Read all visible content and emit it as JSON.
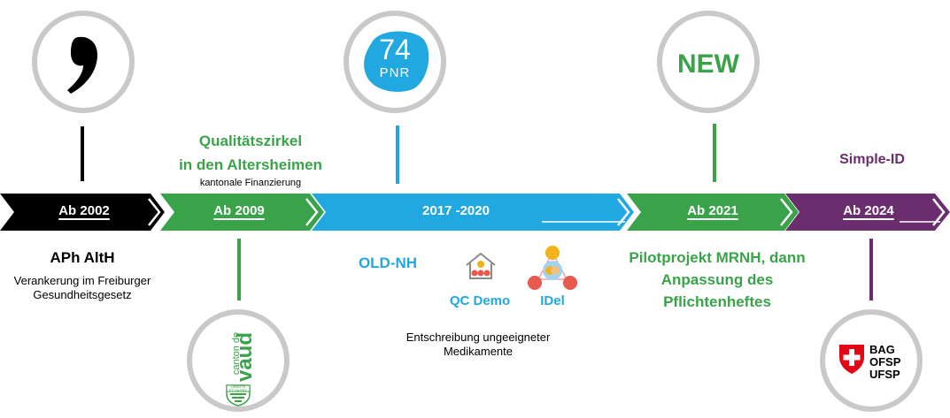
{
  "timeline": [
    {
      "label": "Ab 2002",
      "color": "#000000"
    },
    {
      "label": "Ab 2009",
      "color": "#3aa34a"
    },
    {
      "label": "2017 -2020",
      "color": "#21a8e1"
    },
    {
      "label": "Ab 2021",
      "color": "#3aa34a"
    },
    {
      "label": "Ab 2024",
      "color": "#6a2d6e"
    }
  ],
  "milestones": {
    "m2002": {
      "icon": "comma-logo-icon",
      "title": "APh AltH",
      "description": [
        "Verankerung im Freiburger",
        "Gesundheitsgesetz"
      ]
    },
    "m2009": {
      "title": [
        "Qualitätszirkel",
        "in den Altersheimen"
      ],
      "subtitle": "kantonale Finanzierung",
      "logo_text": [
        "canton de",
        "vaud"
      ],
      "logo_motto": [
        "LIBERTÉ",
        "ET",
        "PATRIE"
      ]
    },
    "m2017": {
      "logo_number": "74",
      "logo_text": "PNR",
      "title": "OLD-NH",
      "projects": [
        {
          "name": "QC Demo",
          "icon": "nursing-home-icon"
        },
        {
          "name": "IDel",
          "icon": "people-group-icon"
        }
      ],
      "description": [
        "Entschreibung ungeeigneter",
        "Medikamente"
      ]
    },
    "m2021": {
      "badge": "NEW",
      "description": [
        "Pilotprojekt MRNH, dann",
        "Anpassung des",
        "Pflichtenheftes"
      ]
    },
    "m2024": {
      "title": "Simple-ID",
      "logo_lines": [
        "BAG",
        "OFSP",
        "UFSP"
      ]
    }
  }
}
